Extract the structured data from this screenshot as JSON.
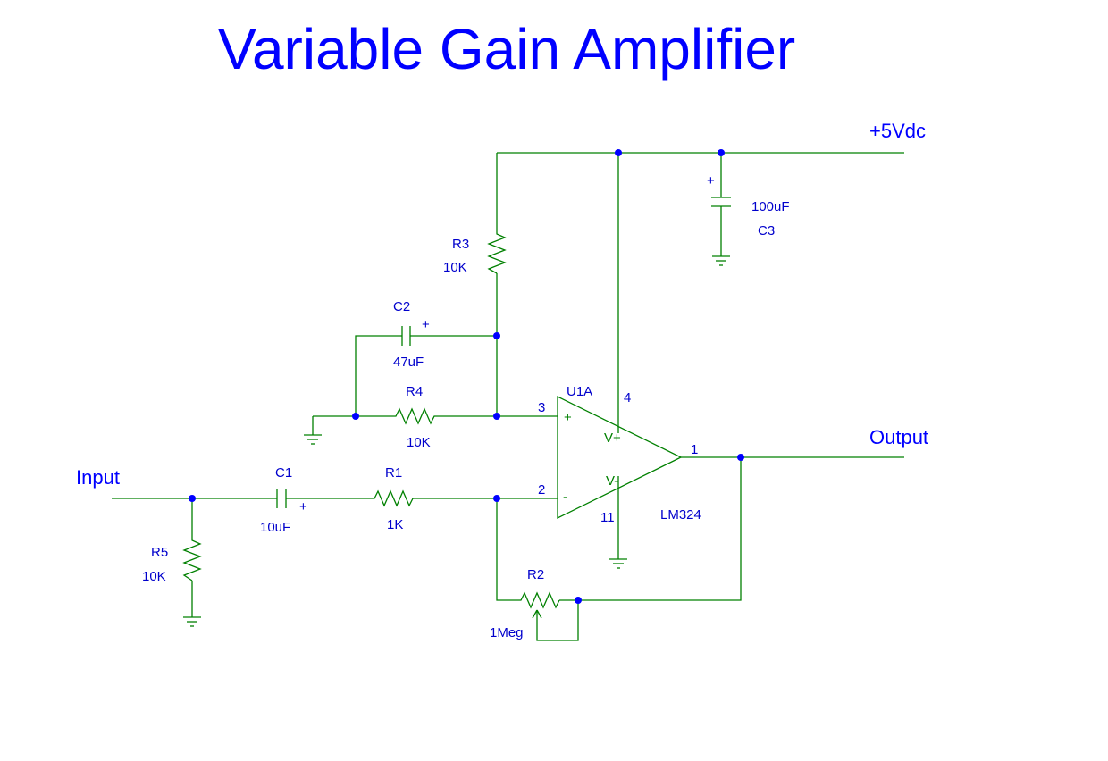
{
  "title": "Variable Gain Amplifier",
  "nets": {
    "supply": "+5Vdc",
    "input": "Input",
    "output": "Output"
  },
  "components": {
    "R1": {
      "ref": "R1",
      "value": "1K"
    },
    "R2": {
      "ref": "R2",
      "value": "1Meg"
    },
    "R3": {
      "ref": "R3",
      "value": "10K"
    },
    "R4": {
      "ref": "R4",
      "value": "10K"
    },
    "R5": {
      "ref": "R5",
      "value": "10K"
    },
    "C1": {
      "ref": "C1",
      "value": "10uF",
      "polarity": "+"
    },
    "C2": {
      "ref": "C2",
      "value": "47uF",
      "polarity": "+"
    },
    "C3": {
      "ref": "C3",
      "value": "100uF",
      "polarity": "+"
    },
    "U1A": {
      "ref": "U1A",
      "part": "LM324",
      "pin_noninv": "3",
      "pin_inv": "2",
      "pin_vpos": "4",
      "pin_vneg": "11",
      "pin_out": "1",
      "sym_plus": "+",
      "sym_minus": "-",
      "label_vpos": "V+",
      "label_vneg": "V-"
    }
  },
  "colors": {
    "wire": "#008000",
    "label": "#0000cc",
    "junction": "#0000ff",
    "title": "#0000ff"
  }
}
